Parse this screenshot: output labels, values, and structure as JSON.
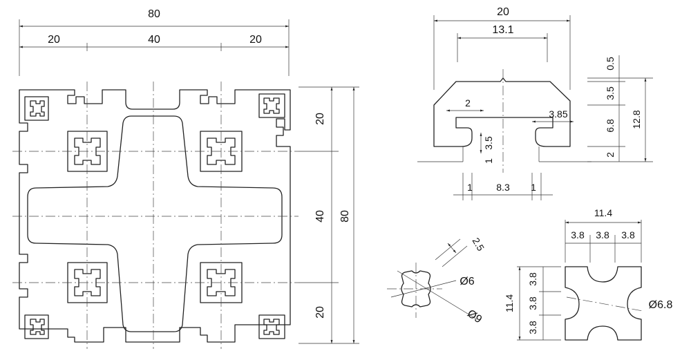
{
  "main_view": {
    "overall_width": "80",
    "seg_left": "20",
    "seg_mid": "40",
    "seg_right": "20",
    "right_20_top": "20",
    "right_40": "40",
    "right_20_bottom": "20",
    "overall_height": "80"
  },
  "slot_detail": {
    "top_width": "20",
    "slot_opening": "13.1",
    "lip_2": "2",
    "lip_385": "3.85",
    "depth_35": "3.5",
    "thick_1": "1",
    "bottom_1_left": "1",
    "bottom_83": "8.3",
    "bottom_1_right": "1",
    "v_05": "0.5",
    "v_35": "3.5",
    "v_68": "6.8",
    "v_2": "2",
    "v_128": "12.8"
  },
  "core_detail": {
    "d6": "Ø6",
    "d9": "Ø9",
    "w25": "2.5"
  },
  "center_detail": {
    "overall": "11.4",
    "h1": "3.8",
    "h2": "3.8",
    "h3": "3.8",
    "v1": "3.8",
    "v2": "3.8",
    "v3": "3.8",
    "v_overall": "11.4",
    "d68": "Ø6.8"
  }
}
